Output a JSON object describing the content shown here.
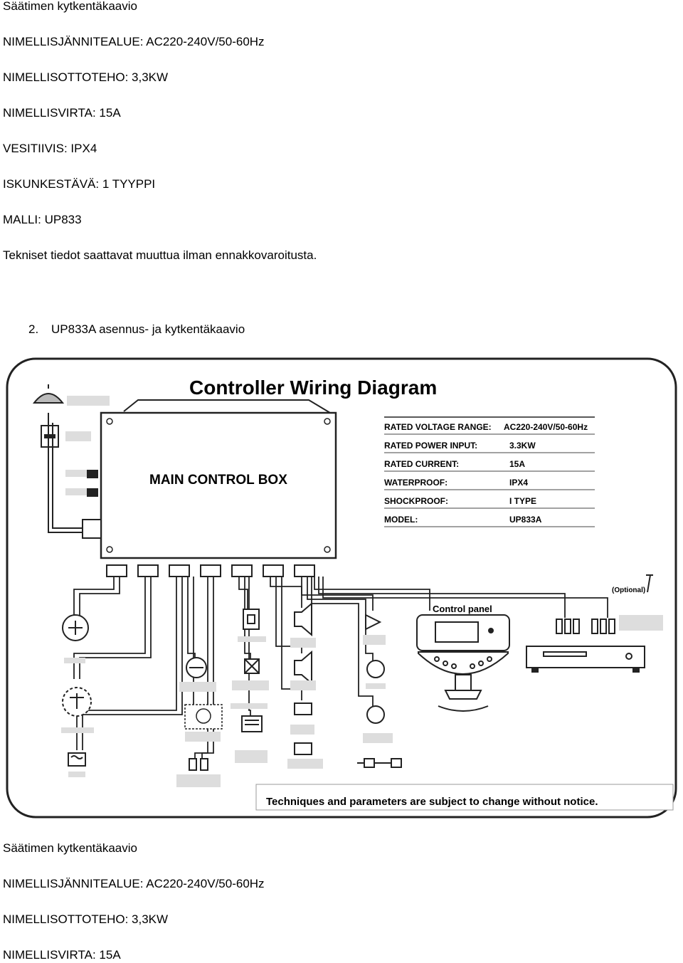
{
  "specs_top": {
    "title": "Säätimen kytkentäkaavio",
    "voltage": "NIMELLISJÄNNITEALUE: AC220-240V/50-60Hz",
    "power": "NIMELLISOTTOTEHO: 3,3KW",
    "current": "NIMELLISVIRTA: 15A",
    "waterproof": "VESITIIVIS: IPX4",
    "shockproof": "ISKUNKESTÄVÄ: 1 TYYPPI",
    "model": "MALLI: UP833",
    "notice": "Tekniset tiedot saattavat muuttua ilman ennakkovaroitusta."
  },
  "section": {
    "number": "2.",
    "title": "UP833A asennus- ja kytkentäkaavio"
  },
  "diagram": {
    "title": "Controller Wiring Diagram",
    "main_box": "MAIN CONTROL BOX",
    "control_panel": "Control panel",
    "optional": "(Optional)",
    "notice": "Techniques and parameters are subject to change without notice.",
    "specs": [
      {
        "label": "RATED VOLTAGE RANGE:",
        "value": "AC220-240V/50-60Hz"
      },
      {
        "label": "RATED POWER INPUT:",
        "value": "3.3KW"
      },
      {
        "label": "RATED CURRENT:",
        "value": "15A"
      },
      {
        "label": "WATERPROOF:",
        "value": "IPX4"
      },
      {
        "label": "SHOCKPROOF:",
        "value": "I TYPE"
      },
      {
        "label": "MODEL:",
        "value": "UP833A"
      }
    ]
  },
  "specs_bottom": {
    "title": "Säätimen kytkentäkaavio",
    "voltage": "NIMELLISJÄNNITEALUE: AC220-240V/50-60Hz",
    "power": "NIMELLISOTTOTEHO: 3,3KW",
    "current": "NIMELLISVIRTA: 15A"
  }
}
